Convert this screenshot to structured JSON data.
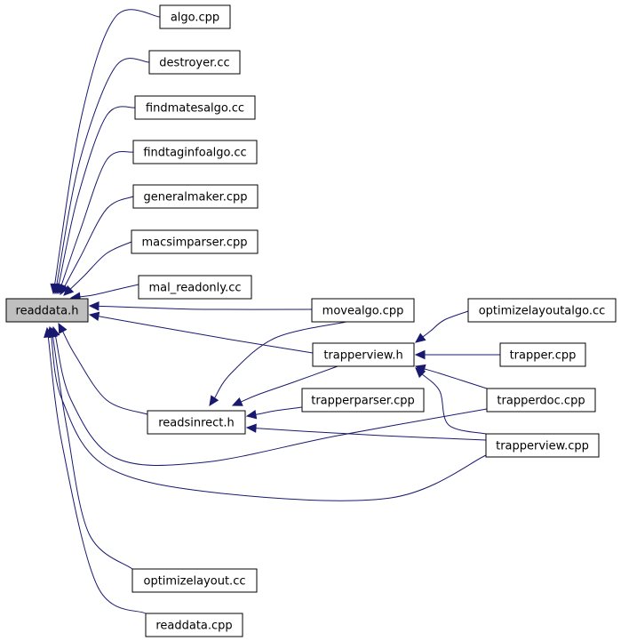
{
  "diagram": {
    "colors": {
      "edge": "#191970",
      "root_fill": "#bfbfbf",
      "node_fill": "#ffffff",
      "border": "#000000"
    },
    "nodes": [
      {
        "id": "readdata_h",
        "label": "readdata.h",
        "root": true
      },
      {
        "id": "algo_cpp",
        "label": "algo.cpp"
      },
      {
        "id": "destroyer_cc",
        "label": "destroyer.cc"
      },
      {
        "id": "findmatesalgo_cc",
        "label": "findmatesalgo.cc"
      },
      {
        "id": "findtaginfoalgo_cc",
        "label": "findtaginfoalgo.cc"
      },
      {
        "id": "generalmaker_cpp",
        "label": "generalmaker.cpp"
      },
      {
        "id": "macsimparser_cpp",
        "label": "macsimparser.cpp"
      },
      {
        "id": "mal_readonly_cc",
        "label": "mal_readonly.cc"
      },
      {
        "id": "movealgo_cpp",
        "label": "movealgo.cpp"
      },
      {
        "id": "trapperview_h",
        "label": "trapperview.h"
      },
      {
        "id": "readsinrect_h",
        "label": "readsinrect.h"
      },
      {
        "id": "trapperparser_cpp",
        "label": "trapperparser.cpp"
      },
      {
        "id": "optimizelayoutalgo_cc",
        "label": "optimizelayoutalgo.cc"
      },
      {
        "id": "trapper_cpp",
        "label": "trapper.cpp"
      },
      {
        "id": "trapperdoc_cpp",
        "label": "trapperdoc.cpp"
      },
      {
        "id": "trapperview_cpp",
        "label": "trapperview.cpp"
      },
      {
        "id": "optimizelayout_cc",
        "label": "optimizelayout.cc"
      },
      {
        "id": "readdata_cpp",
        "label": "readdata.cpp"
      }
    ],
    "edges": [
      {
        "from": "algo_cpp",
        "to": "readdata_h"
      },
      {
        "from": "destroyer_cc",
        "to": "readdata_h"
      },
      {
        "from": "findmatesalgo_cc",
        "to": "readdata_h"
      },
      {
        "from": "findtaginfoalgo_cc",
        "to": "readdata_h"
      },
      {
        "from": "generalmaker_cpp",
        "to": "readdata_h"
      },
      {
        "from": "macsimparser_cpp",
        "to": "readdata_h"
      },
      {
        "from": "mal_readonly_cc",
        "to": "readdata_h"
      },
      {
        "from": "movealgo_cpp",
        "to": "readdata_h"
      },
      {
        "from": "trapperview_h",
        "to": "readdata_h"
      },
      {
        "from": "readsinrect_h",
        "to": "readdata_h"
      },
      {
        "from": "trapperdoc_cpp",
        "to": "readdata_h"
      },
      {
        "from": "trapperview_cpp",
        "to": "readdata_h"
      },
      {
        "from": "optimizelayout_cc",
        "to": "readdata_h"
      },
      {
        "from": "readdata_cpp",
        "to": "readdata_h"
      },
      {
        "from": "optimizelayoutalgo_cc",
        "to": "trapperview_h"
      },
      {
        "from": "trapper_cpp",
        "to": "trapperview_h"
      },
      {
        "from": "trapperdoc_cpp",
        "to": "trapperview_h"
      },
      {
        "from": "trapperview_cpp",
        "to": "trapperview_h"
      },
      {
        "from": "movealgo_cpp",
        "to": "readsinrect_h"
      },
      {
        "from": "trapperview_h",
        "to": "readsinrect_h"
      },
      {
        "from": "trapperparser_cpp",
        "to": "readsinrect_h"
      },
      {
        "from": "trapperview_cpp",
        "to": "readsinrect_h"
      }
    ]
  }
}
